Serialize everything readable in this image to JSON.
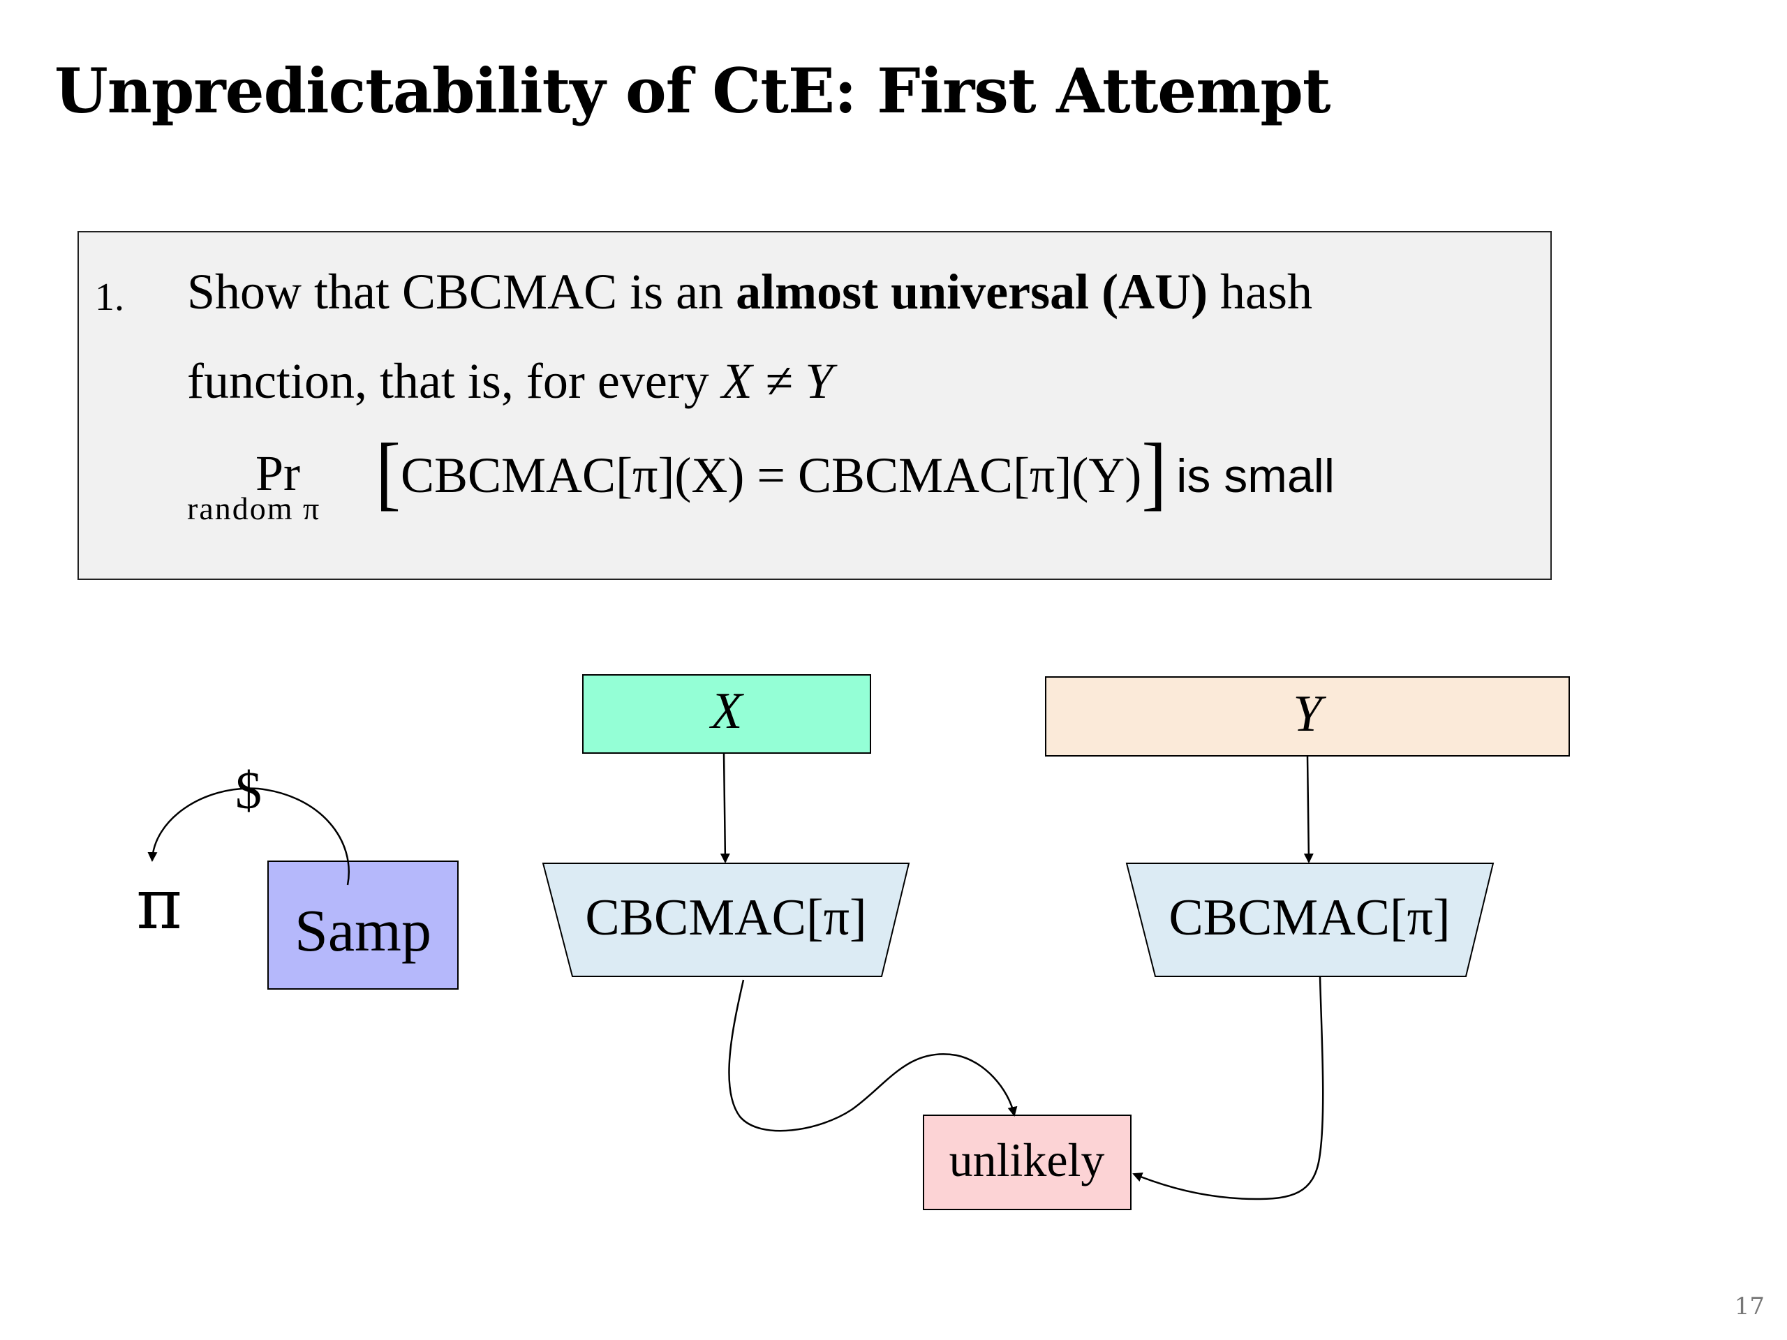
{
  "slide": {
    "title": "Unpredictability of CtE: First Attempt",
    "page_number": "17"
  },
  "callout": {
    "item_number": "1.",
    "line1_pre": "Show that CBCMAC is an ",
    "line1_bold": "almost universal (AU)",
    "line1_post": " hash",
    "line2_text": "function, that is, for every ",
    "line2_math": "X ≠ Y",
    "pr_symbol": "Pr",
    "pr_subscript": "random π",
    "formula_left": "CBCMAC[π](X)",
    "formula_eq": "=",
    "formula_right": "CBCMAC[π](Y)",
    "formula_tail": "is small"
  },
  "diagram": {
    "x_label": "X",
    "y_label": "Y",
    "cbcmac_left_label": "CBCMAC[π]",
    "cbcmac_right_label": "CBCMAC[π]",
    "samp_label": "Samp",
    "pi_label": "π",
    "dollar_label": "$",
    "unlikely_label": "unlikely",
    "colors": {
      "x_fill": "#94ffd6",
      "y_fill": "#fbead9",
      "cbcmac_fill": "#dcebf4",
      "samp_fill": "#b5b8fb",
      "unlikely_fill": "#fcd3d5"
    }
  }
}
